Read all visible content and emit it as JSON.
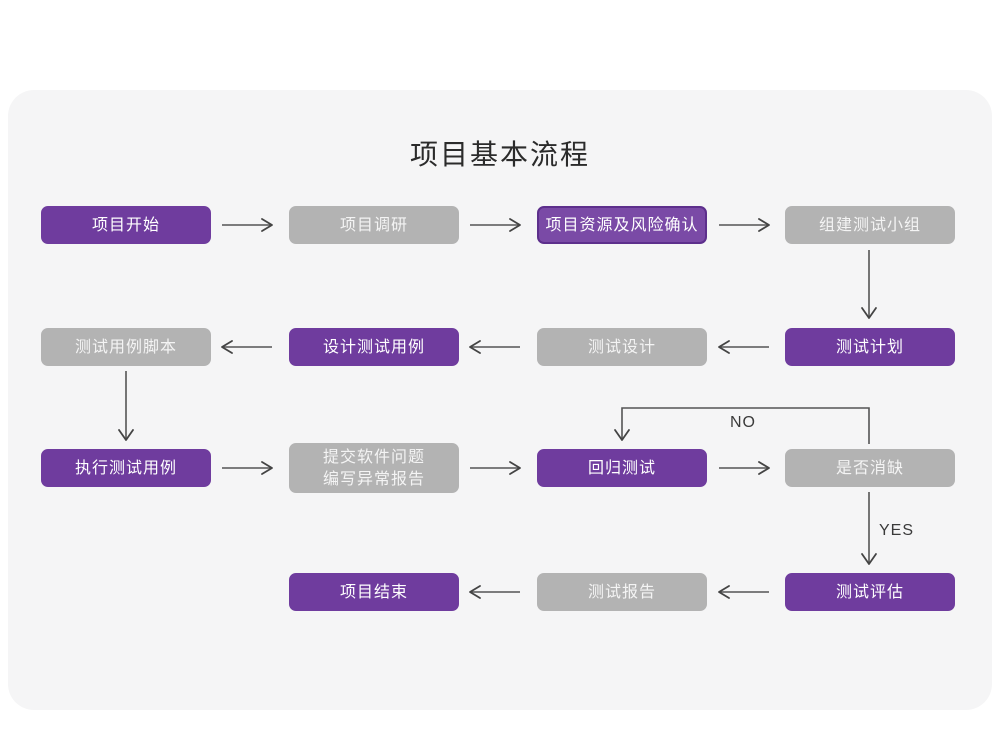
{
  "title": "项目基本流程",
  "theme": {
    "page_background": "#ffffff",
    "panel_background": "#f5f5f6",
    "accent_purple": "#6f3c9e",
    "accent_purple_outline_fill": "#7a4aa6",
    "accent_purple_outline_border": "#5d2f8c",
    "muted_gray": "#b3b3b3",
    "text_on_node": "#ffffff",
    "edge_color": "#555555",
    "title_color": "#2b2b2b"
  },
  "nodes": [
    {
      "id": "n1",
      "label": "项目开始",
      "style": "purple",
      "row": 1,
      "col": 1
    },
    {
      "id": "n2",
      "label": "项目调研",
      "style": "gray",
      "row": 1,
      "col": 2
    },
    {
      "id": "n3",
      "label": "项目资源及风险确认",
      "style": "purple-outline",
      "row": 1,
      "col": 3
    },
    {
      "id": "n4",
      "label": "组建测试小组",
      "style": "gray",
      "row": 1,
      "col": 4
    },
    {
      "id": "n5",
      "label": "测试用例脚本",
      "style": "gray",
      "row": 2,
      "col": 1
    },
    {
      "id": "n6",
      "label": "设计测试用例",
      "style": "purple",
      "row": 2,
      "col": 2
    },
    {
      "id": "n7",
      "label": "测试设计",
      "style": "gray",
      "row": 2,
      "col": 3
    },
    {
      "id": "n8",
      "label": "测试计划",
      "style": "purple",
      "row": 2,
      "col": 4
    },
    {
      "id": "n9",
      "label": "执行测试用例",
      "style": "purple",
      "row": 3,
      "col": 1
    },
    {
      "id": "n10",
      "label": "提交软件问题\n编写异常报告",
      "style": "gray",
      "row": 3,
      "col": 2
    },
    {
      "id": "n11",
      "label": "回归测试",
      "style": "purple",
      "row": 3,
      "col": 3
    },
    {
      "id": "n12",
      "label": "是否消缺",
      "style": "gray",
      "row": 3,
      "col": 4
    },
    {
      "id": "n13",
      "label": "项目结束",
      "style": "purple",
      "row": 4,
      "col": 2
    },
    {
      "id": "n14",
      "label": "测试报告",
      "style": "gray",
      "row": 4,
      "col": 3
    },
    {
      "id": "n15",
      "label": "测试评估",
      "style": "purple",
      "row": 4,
      "col": 4
    }
  ],
  "edge_labels": {
    "no": "NO",
    "yes": "YES"
  },
  "edges": [
    {
      "from": "n1",
      "to": "n2",
      "direction": "right"
    },
    {
      "from": "n2",
      "to": "n3",
      "direction": "right"
    },
    {
      "from": "n3",
      "to": "n4",
      "direction": "right"
    },
    {
      "from": "n4",
      "to": "n8",
      "direction": "down"
    },
    {
      "from": "n8",
      "to": "n7",
      "direction": "left"
    },
    {
      "from": "n7",
      "to": "n6",
      "direction": "left"
    },
    {
      "from": "n6",
      "to": "n5",
      "direction": "left"
    },
    {
      "from": "n5",
      "to": "n9",
      "direction": "down"
    },
    {
      "from": "n9",
      "to": "n10",
      "direction": "right"
    },
    {
      "from": "n10",
      "to": "n11",
      "direction": "right"
    },
    {
      "from": "n11",
      "to": "n12",
      "direction": "right"
    },
    {
      "from": "n12",
      "to": "n11",
      "direction": "loop-up-left-down",
      "label": "NO"
    },
    {
      "from": "n12",
      "to": "n15",
      "direction": "down",
      "label": "YES"
    },
    {
      "from": "n15",
      "to": "n14",
      "direction": "left"
    },
    {
      "from": "n14",
      "to": "n13",
      "direction": "left"
    }
  ],
  "chart_data": {
    "type": "diagram",
    "title": "项目基本流程",
    "nodes": [
      "项目开始",
      "项目调研",
      "项目资源及风险确认",
      "组建测试小组",
      "测试用例脚本",
      "设计测试用例",
      "测试设计",
      "测试计划",
      "执行测试用例",
      "提交软件问题 编写异常报告",
      "回归测试",
      "是否消缺",
      "项目结束",
      "测试报告",
      "测试评估"
    ],
    "decision_labels": [
      "NO",
      "YES"
    ]
  }
}
